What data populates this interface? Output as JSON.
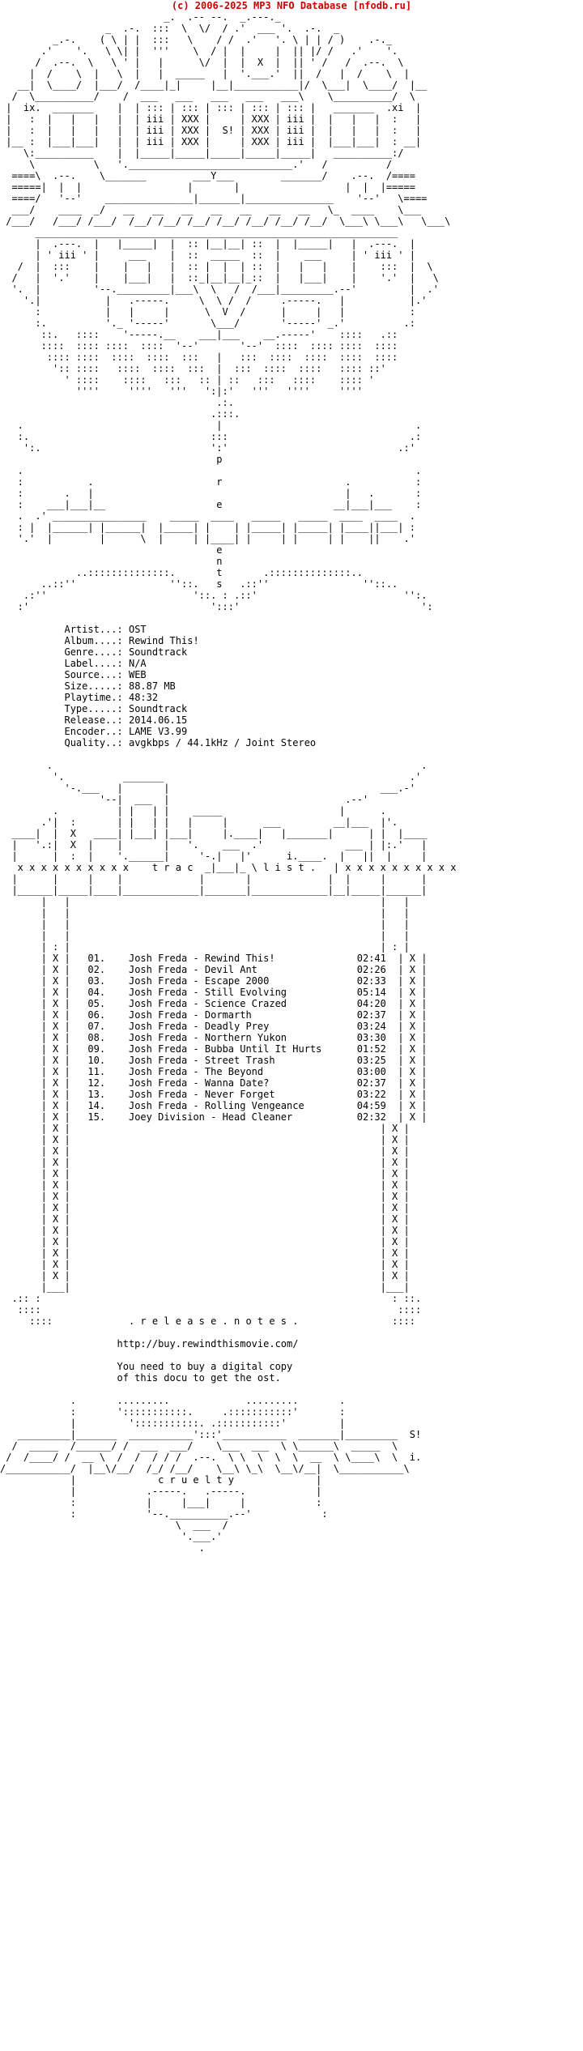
{
  "header": {
    "title": "(c) 2006-2025 MP3 NFO Database [nfodb.ru]"
  },
  "art": {
    "top": [
      "                            _.  .-- --.  _.---._",
      "                  _  .-.  :::  \\  \\/  / .'  ___ '.  .-.  _",
      "         _.-.    ( \\ | |  :::   \\    / /  .'   '. \\ | | / )    .-._",
      "       .'    '.   \\ \\| |  '''    \\  / |  |     |  || |/ /   .'    '.",
      "      /  .--.  \\   \\ ' |   |      \\/  |  |  X  |  || ' /   /  .--.  \\",
      "     |  /    \\  |   \\  |   |  _____   |  '.___.'  ||  /   |  /    \\  |",
      "   __|  \\____/  |___/  /____|_|     |__|___________|/  \\___|  \\____/  |__",
      "  /  \\__________/    /  ___   ___   ___   ___   ___\\    \\__________/  \\",
      " |  ix.  _______    |  | ::: | ::: | ::: | ::: | ::: |   _______  .xi  |",
      " |   :  |   |   |   |  | iii | XXX |     | XXX | iii |  |   |   |  :   |",
      " |   :  |   |   |   |  | iii | XXX |  S! | XXX | iii |  |   |   |  :   |",
      " |__ :  |___|___|   |  | iii | XXX |     | XXX | iii |  |___|___|  : __|",
      "    \\:__________    |  |_____|_____|_____|_____|_____|   __________:/",
      "     \\          \\   '.____________________________.'   /          /",
      "  ====\\  .--.    \\_______        ___Y___        _______/    .--.  /====",
      "  =====|  |  |                  |       |                  |  |  |=====",
      "  ====/   '--'    _______________|_______|_______________    '--'   \\====",
      "  ___/    ____  _/   __   __   __   __   __   __   __   \\_  ____    \\___",
      " /___/   /___/ /___/  /__/ /__/ /__/ /__/ /__/ /__/ /__/  \\___\\ \\___\\   \\___\\",
      "      ______________________________________________________________",
      "      |  .---.  |   |_____|  |  :: |__|__| ::  |  |_____|   |  .---.  |",
      "      | ' iii ' |     ___    |  ::  _____  ::  |    ___     | ' iii ' |",
      "   /  |  :::    |    |   |   |  :: |  |  | ::  |   |   |    |    :::  |  \\",
      "  /   |  '.'    |    |___|   |  ::_|__|__|_::  |   |___|    |    '.'  |   \\",
      "  '.  |         '--._________|___\\  \\   /  /___|_________.--'         |  .'",
      "    '.|           |   .-----.     \\  \\ /  /     .-----.   |           |.'",
      "      :           |   |     |      \\  V  /      |     |   |           :",
      "      :.          '._ '-----'       \\___/       '-----' _.'          .:",
      "       ::.   ::::    '-----.__    ___|___    __.-----'    ::::   .::",
      "       ::::  :::: ::::  ::::  '--'       '--'  ::::  :::: ::::  ::::",
      "        :::: ::::  ::::  ::::  :::   |   :::  ::::  ::::  ::::  ::::",
      "         ':: ::::   ::::  ::::  :::  |  :::  ::::  ::::   :::: ::'",
      "           ' ::::    ::::   :::   :: | ::   :::   ::::    :::: '",
      "             ''''     ''''   '''   ':|:'   '''   ''''     ''''",
      "                                     .:.",
      "                                    .:::.",
      "   .                                 |                                 .",
      "   :.                               :::                               .:",
      "    ':.                             ':'                             .:'",
      "                                     p",
      "   .                                                                   .",
      "   :           .                     r                     .           :",
      "   :       .   |                                           |   .       :",
      "   :    ___|___|__                   e                   __|___|___    :",
      "   .  .' ________________    _____  ____   _____   _____  ____  ____  .",
      "   : |  |______| |______|  |_____| |    | |_____| |_____| |____||___| :",
      "   '.'  |        |      \\  |     | |____| |     | |     | |    ||    .'",
      "                                     e",
      "                                     n",
      "             ..::::::::::::::.       t       .::::::::::::::..",
      "       ..::''                ''::.   s   .::''                ''::..",
      "    .:''                         '::. : .::'                         '':.",
      "   :'                               ':::'                               ':"
    ],
    "logo": [
      "        .                                                               .",
      "         '.          _______                                          .'",
      "           '-.___   |       |                                    ___.-'",
      "                 '--|  ___  |                              .--'",
      "         .          | |   | |    _____                    |      .",
      "       .'|  :       | |   | |   |     |      ___         __|___  |'.",
      "  ____|  |  X   ____| |___| |___|     |.____|   |_______|      | |  |____",
      "  |   '.:|  X  |    |       |   '.    ___  .'              ___ | |:.'   |",
      "  |      |  :  |    '.______|     '-.|   |'      i.____.  |   ||  |     |",
      "   x x x x x x x x x x    t r a c  _|___|_ \\ l i s t .   | x x x x x x x x x x",
      "  |      |     |    |             |       |             |  |     |      |",
      "  |______|_____|____|_____________|_______|_____________|__|_____|______|"
    ],
    "bottom": [
      "            .       .........             .........       .",
      "            :       ':::::::::::.     .:::::::::::'       :",
      "            |         ':::::::::::. .:::::::::::'         |",
      "   _________|_______  ___________':::'___________  _______|_________  S!",
      "  /  _____  /______/ /  ___  ___/    \\___  ___  \\ \\______\\  _____  \\",
      " /  /____/ /  __ \\  /  /  / / /  .--.  \\ \\  \\  \\  \\  __  \\ \\____\\  \\  i.",
      "/___________/  |__\\/__/  /_/ /__/    \\__\\ \\_\\  \\__\\/__|  \\___________\\",
      "            |              c r u e l t y              |",
      "            |            .-----.   .-----.            |",
      "            :            |     |___|     |            :",
      "            :            '--.__________.--'            :",
      "                              \\  ___  /",
      "                               '.___.'",
      "                                  ."
    ]
  },
  "release": {
    "rows": [
      {
        "label": "Artist...:",
        "value": "OST"
      },
      {
        "label": "Album....:",
        "value": "Rewind This!"
      },
      {
        "label": "Genre....:",
        "value": "Soundtrack"
      },
      {
        "label": "Label....:",
        "value": "N/A"
      },
      {
        "label": "Source...:",
        "value": "WEB"
      },
      {
        "label": "Size.....:",
        "value": "88.87 MB"
      },
      {
        "label": "Playtime.:",
        "value": "48:32"
      },
      {
        "label": "Type.....:",
        "value": "Soundtrack"
      },
      {
        "label": "Release..:",
        "value": "2014.06.15"
      },
      {
        "label": "Encoder..:",
        "value": "LAME V3.99"
      },
      {
        "label": "Quality..:",
        "value": "avgkbps / 44.1kHz / Joint Stereo"
      }
    ]
  },
  "tracklist": {
    "tracks": [
      {
        "num": "01.",
        "title": "Josh Freda - Rewind This!",
        "time": "02:41"
      },
      {
        "num": "02.",
        "title": "Josh Freda - Devil Ant",
        "time": "02:26"
      },
      {
        "num": "03.",
        "title": "Josh Freda - Escape 2000",
        "time": "02:33"
      },
      {
        "num": "04.",
        "title": "Josh Freda - Still Evolving",
        "time": "05:14"
      },
      {
        "num": "05.",
        "title": "Josh Freda - Science Crazed",
        "time": "04:20"
      },
      {
        "num": "06.",
        "title": "Josh Freda - Dormarth",
        "time": "02:37"
      },
      {
        "num": "07.",
        "title": "Josh Freda - Deadly Prey",
        "time": "03:24"
      },
      {
        "num": "08.",
        "title": "Josh Freda - Northern Yukon",
        "time": "03:30"
      },
      {
        "num": "09.",
        "title": "Josh Freda - Bubba Until It Hurts",
        "time": "01:52"
      },
      {
        "num": "10.",
        "title": "Josh Freda - Street Trash",
        "time": "03:25"
      },
      {
        "num": "11.",
        "title": "Josh Freda - The Beyond",
        "time": "03:00"
      },
      {
        "num": "12.",
        "title": "Josh Freda - Wanna Date?",
        "time": "02:37"
      },
      {
        "num": "13.",
        "title": "Josh Freda - Never Forget",
        "time": "03:22"
      },
      {
        "num": "14.",
        "title": "Josh Freda - Rolling Vengeance",
        "time": "04:59"
      },
      {
        "num": "15.",
        "title": "Joey Division - Head Cleaner",
        "time": "02:32"
      }
    ]
  },
  "notes": {
    "heading": ". r e l e a s e . n o t e s .",
    "url": "http://buy.rewindthismovie.com/",
    "line1": "You need to buy a digital copy",
    "line2": "of this docu to get the ost."
  }
}
